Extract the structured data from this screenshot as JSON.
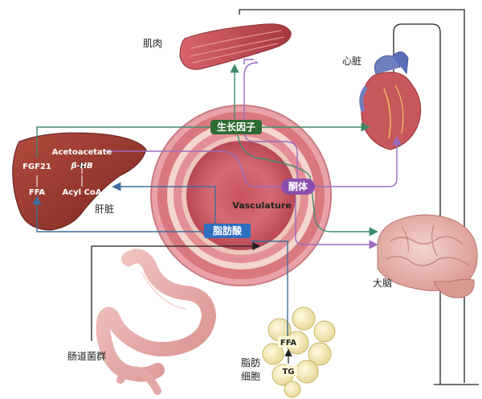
{
  "organs": {
    "muscle": "肌肉",
    "heart": "心脏",
    "liver": "肝脏",
    "brain": "大脑",
    "gut": "肠道菌群",
    "adipose_line1": "脂肪",
    "adipose_line2": "细胞"
  },
  "center": {
    "vasculature": "Vasculature"
  },
  "badges": {
    "growth_factor": "生长因子",
    "ketone": "酮体",
    "fatty_acid": "脂肪酸"
  },
  "liver_metabolites": {
    "acetoacetate": "Acetoacetate",
    "beta_hb": "β-HB",
    "acyl_coa": "Acyl CoA",
    "fgf21": "FGF21",
    "ffa": "FFA"
  },
  "adipose_metabolites": {
    "ffa": "FFA",
    "tg": "TG"
  },
  "colors": {
    "green_path": "#3e8a6a",
    "purple_path": "#9a6cc0",
    "blue_path": "#3f6e9c",
    "black_path": "#222222",
    "growth_badge": "#2f6b34",
    "ketone_badge": "#8a4fae",
    "fatty_badge": "#2e6fc0"
  }
}
